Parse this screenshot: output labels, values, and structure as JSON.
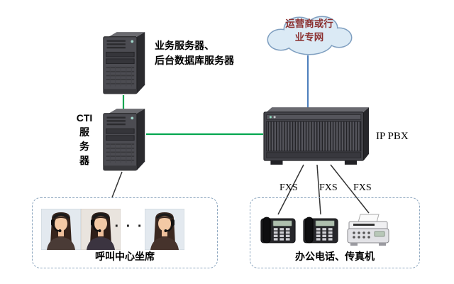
{
  "nodes": {
    "cloud": {
      "line1": "运营商或行",
      "line2": "业专网"
    },
    "app_server": {
      "line1": "业务服务器、",
      "line2": "后台数据库服务器"
    },
    "cti_server": {
      "lines": [
        "CTI",
        "服",
        "务",
        "器"
      ]
    },
    "ippbx": {
      "label": "IP PBX"
    },
    "callcenter": {
      "label": "呼叫中心坐席",
      "dots": "· · ·"
    },
    "office": {
      "label": "办公电话、传真机"
    },
    "fxs_labels": [
      "FXS",
      "FXS",
      "FXS"
    ]
  },
  "colors": {
    "line_green": "#00a650",
    "line_blue": "#4f81bd",
    "line_black": "#333333",
    "dashed_box_border": "#8fa8c0",
    "cloud_fill": "#dbeaf5",
    "cloud_stroke": "#7f9fc0",
    "cloud_text": "#8b3030"
  }
}
